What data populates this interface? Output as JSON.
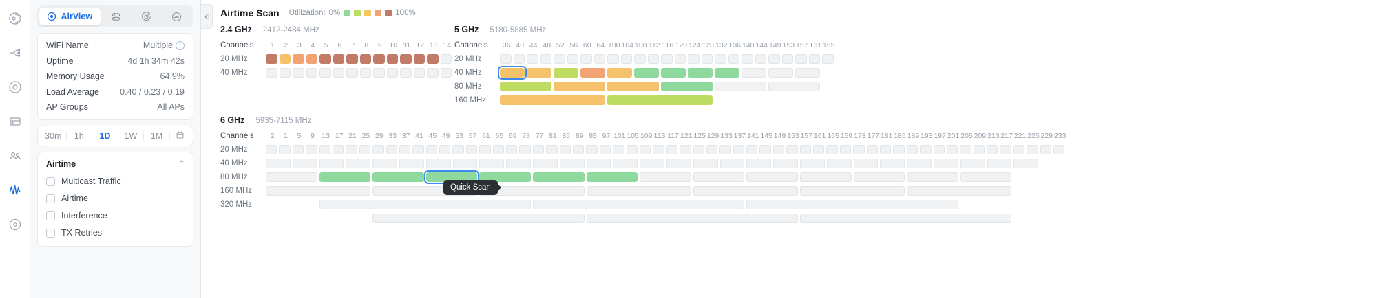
{
  "rail": {
    "items": [
      {
        "name": "topology-icon",
        "glyph": "◎",
        "active": false
      },
      {
        "name": "devices-icon",
        "glyph": "⌁",
        "active": false
      },
      {
        "name": "insights-icon",
        "glyph": "◉",
        "active": false
      },
      {
        "name": "network-icon",
        "glyph": "▤",
        "active": false
      },
      {
        "name": "clients-icon",
        "glyph": "⚇",
        "active": false
      },
      {
        "name": "airview-icon",
        "glyph": "∿",
        "active": true
      },
      {
        "name": "settings-icon",
        "glyph": "◯",
        "active": false
      }
    ]
  },
  "tabs": [
    {
      "label": "AirView",
      "icon": "target-icon",
      "active": true
    },
    {
      "label": "",
      "icon": "database-icon",
      "active": false
    },
    {
      "label": "",
      "icon": "radar-icon",
      "active": false
    },
    {
      "label": "",
      "icon": "smile-icon",
      "active": false
    }
  ],
  "device_info": [
    {
      "key": "WiFi Name",
      "value": "Multiple",
      "info": true
    },
    {
      "key": "Uptime",
      "value": "4d 1h 34m 42s",
      "info": false
    },
    {
      "key": "Memory Usage",
      "value": "64.9%",
      "info": false
    },
    {
      "key": "Load Average",
      "value": "0.40 / 0.23 / 0.19",
      "info": false
    },
    {
      "key": "AP Groups",
      "value": "All APs",
      "info": false
    }
  ],
  "time_ranges": [
    {
      "label": "30m",
      "active": false
    },
    {
      "label": "1h",
      "active": false
    },
    {
      "label": "1D",
      "active": true
    },
    {
      "label": "1W",
      "active": false
    },
    {
      "label": "1M",
      "active": false
    },
    {
      "label": "▤",
      "active": false,
      "icon": true
    }
  ],
  "airtime_section": {
    "title": "Airtime",
    "collapse_glyph": "⌃",
    "options": [
      {
        "label": "Multicast Traffic",
        "checked": false
      },
      {
        "label": "Airtime",
        "checked": false
      },
      {
        "label": "Interference",
        "checked": false
      },
      {
        "label": "TX Retries",
        "checked": false
      }
    ]
  },
  "scan": {
    "title": "Airtime Scan",
    "collapse_glyph": "←|",
    "utilization_label": "Utilization:",
    "utilization_min": "0%",
    "utilization_max": "100%",
    "legend_colors": [
      "#8fd89a",
      "#bedb62",
      "#f7c65f",
      "#f3a273",
      "#bf7b65"
    ],
    "tooltip": "Quick Scan"
  },
  "palette": {
    "empty": "#eff1f3",
    "empty_border": "#e2e5e8",
    "green": "#8ed99d",
    "lime": "#bedb62",
    "amber": "#f5c26b",
    "orange": "#f3a273",
    "rust": "#c17b66",
    "selection": "#3b8ef0"
  },
  "bands": [
    {
      "name": "2.4 GHz",
      "range": "2412-2484 MHz",
      "channels_label": "Channels",
      "channels": [
        1,
        2,
        3,
        4,
        5,
        6,
        7,
        8,
        9,
        10,
        11,
        12,
        13,
        14
      ],
      "rows": [
        {
          "label": "20 MHz",
          "blocks": [
            {
              "span": 1,
              "color": "#c17b66"
            },
            {
              "span": 1,
              "color": "#f5c26b"
            },
            {
              "span": 1,
              "color": "#f3a273"
            },
            {
              "span": 1,
              "color": "#f3a273"
            },
            {
              "span": 1,
              "color": "#c17b66"
            },
            {
              "span": 1,
              "color": "#c17b66"
            },
            {
              "span": 1,
              "color": "#c17b66"
            },
            {
              "span": 1,
              "color": "#c17b66"
            },
            {
              "span": 1,
              "color": "#c17b66"
            },
            {
              "span": 1,
              "color": "#c17b66"
            },
            {
              "span": 1,
              "color": "#c17b66"
            },
            {
              "span": 1,
              "color": "#c17b66"
            },
            {
              "span": 1,
              "color": "#c17b66"
            },
            {
              "span": 1,
              "color": "#eff1f3"
            }
          ]
        },
        {
          "label": "40 MHz",
          "blocks": [
            {
              "span": 1,
              "color": "#eff1f3"
            },
            {
              "span": 1,
              "color": "#eff1f3"
            },
            {
              "span": 1,
              "color": "#eff1f3"
            },
            {
              "span": 1,
              "color": "#eff1f3"
            },
            {
              "span": 1,
              "color": "#eff1f3"
            },
            {
              "span": 1,
              "color": "#eff1f3"
            },
            {
              "span": 1,
              "color": "#eff1f3"
            },
            {
              "span": 1,
              "color": "#eff1f3"
            },
            {
              "span": 1,
              "color": "#eff1f3"
            },
            {
              "span": 1,
              "color": "#eff1f3"
            },
            {
              "span": 1,
              "color": "#eff1f3"
            },
            {
              "span": 1,
              "color": "#eff1f3"
            },
            {
              "span": 1,
              "color": "#eff1f3"
            },
            {
              "span": 1,
              "color": "#eff1f3"
            }
          ]
        }
      ]
    },
    {
      "name": "5 GHz",
      "range": "5180-5885 MHz",
      "channels_label": "Channels",
      "channels": [
        36,
        40,
        44,
        48,
        52,
        56,
        60,
        64,
        100,
        104,
        108,
        112,
        116,
        120,
        124,
        128,
        132,
        136,
        140,
        144,
        149,
        153,
        157,
        161,
        165
      ],
      "rows": [
        {
          "label": "20 MHz",
          "blocks": [
            {
              "span": 1,
              "color": "#eff1f3"
            },
            {
              "span": 1,
              "color": "#eff1f3"
            },
            {
              "span": 1,
              "color": "#eff1f3"
            },
            {
              "span": 1,
              "color": "#eff1f3"
            },
            {
              "span": 1,
              "color": "#eff1f3"
            },
            {
              "span": 1,
              "color": "#eff1f3"
            },
            {
              "span": 1,
              "color": "#eff1f3"
            },
            {
              "span": 1,
              "color": "#eff1f3"
            },
            {
              "span": 1,
              "color": "#eff1f3"
            },
            {
              "span": 1,
              "color": "#eff1f3"
            },
            {
              "span": 1,
              "color": "#eff1f3"
            },
            {
              "span": 1,
              "color": "#eff1f3"
            },
            {
              "span": 1,
              "color": "#eff1f3"
            },
            {
              "span": 1,
              "color": "#eff1f3"
            },
            {
              "span": 1,
              "color": "#eff1f3"
            },
            {
              "span": 1,
              "color": "#eff1f3"
            },
            {
              "span": 1,
              "color": "#eff1f3"
            },
            {
              "span": 1,
              "color": "#eff1f3"
            },
            {
              "span": 1,
              "color": "#eff1f3"
            },
            {
              "span": 1,
              "color": "#eff1f3"
            },
            {
              "span": 1,
              "color": "#eff1f3"
            },
            {
              "span": 1,
              "color": "#eff1f3"
            },
            {
              "span": 1,
              "color": "#eff1f3"
            },
            {
              "span": 1,
              "color": "#eff1f3"
            },
            {
              "span": 1,
              "color": "#eff1f3"
            }
          ]
        },
        {
          "label": "40 MHz",
          "blocks": [
            {
              "span": 2,
              "color": "#f5c26b",
              "selected": true
            },
            {
              "span": 2,
              "color": "#f5c26b"
            },
            {
              "span": 2,
              "color": "#bedb62"
            },
            {
              "span": 2,
              "color": "#f3a273"
            },
            {
              "span": 2,
              "color": "#f5c26b"
            },
            {
              "span": 2,
              "color": "#8ed99d"
            },
            {
              "span": 2,
              "color": "#8ed99d"
            },
            {
              "span": 2,
              "color": "#8ed99d"
            },
            {
              "span": 2,
              "color": "#8ed99d"
            },
            {
              "span": 2,
              "color": "#eff1f3"
            },
            {
              "span": 2,
              "color": "#eff1f3"
            },
            {
              "span": 2,
              "color": "#eff1f3"
            }
          ]
        },
        {
          "label": "80 MHz",
          "blocks": [
            {
              "span": 4,
              "color": "#bedb62"
            },
            {
              "span": 4,
              "color": "#f5c26b"
            },
            {
              "span": 4,
              "color": "#f5c26b"
            },
            {
              "span": 4,
              "color": "#8ed99d"
            },
            {
              "span": 4,
              "color": "#eff1f3"
            },
            {
              "span": 4,
              "color": "#eff1f3"
            }
          ]
        },
        {
          "label": "160 MHz",
          "blocks": [
            {
              "span": 8,
              "color": "#f5c26b"
            },
            {
              "span": 8,
              "color": "#bedb62"
            }
          ]
        }
      ]
    }
  ],
  "band6": {
    "name": "6 GHz",
    "range": "5935-7115 MHz",
    "channels_label": "Channels",
    "channels": [
      2,
      1,
      5,
      9,
      13,
      17,
      21,
      25,
      29,
      33,
      37,
      41,
      45,
      49,
      53,
      57,
      61,
      65,
      69,
      73,
      77,
      81,
      85,
      89,
      93,
      97,
      101,
      105,
      109,
      113,
      117,
      121,
      125,
      129,
      133,
      137,
      141,
      145,
      149,
      153,
      157,
      161,
      165,
      169,
      173,
      177,
      181,
      185,
      189,
      193,
      197,
      201,
      205,
      209,
      213,
      217,
      221,
      225,
      229,
      233
    ],
    "rows": [
      {
        "label": "20 MHz",
        "span": 1,
        "count": 60,
        "colors": []
      },
      {
        "label": "40 MHz",
        "span": 2,
        "count": 29,
        "colors": []
      },
      {
        "label": "80 MHz",
        "span": 4,
        "count": 14,
        "colors": [
          {
            "index": 1,
            "color": "#8ed99d"
          },
          {
            "index": 2,
            "color": "#8ed99d"
          },
          {
            "index": 3,
            "color": "#8ed99d",
            "selected": true
          },
          {
            "index": 4,
            "color": "#8ed99d"
          },
          {
            "index": 5,
            "color": "#8ed99d"
          },
          {
            "index": 6,
            "color": "#8ed99d"
          }
        ]
      },
      {
        "label": "160 MHz",
        "span": 8,
        "count": 7,
        "colors": []
      },
      {
        "label": "320 MHz",
        "span": 16,
        "count": 3,
        "offset": 4,
        "colors": []
      },
      {
        "label": "",
        "span": 16,
        "count": 3,
        "offset": 8,
        "colors": []
      }
    ]
  }
}
